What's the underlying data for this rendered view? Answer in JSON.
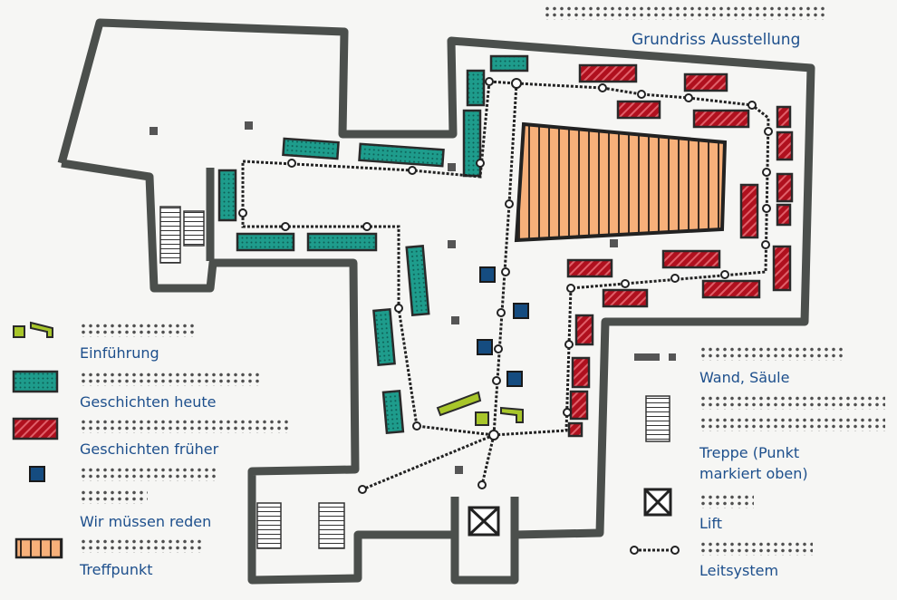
{
  "title": "Grundriss Ausstellung",
  "legend": {
    "left": [
      {
        "label": "Einführung",
        "color": "#a8c62a"
      },
      {
        "label": "Geschichten heute",
        "color": "#1e9c8c"
      },
      {
        "label": "Geschichten früher",
        "color": "#b0101e"
      },
      {
        "label": "Wir müssen reden",
        "color": "#154c80"
      },
      {
        "label": "Treffpunkt",
        "color": "#f2a46a"
      }
    ],
    "right": [
      {
        "label": "Wand, Säule"
      },
      {
        "label": "Treppe (Punkt markiert oben)"
      },
      {
        "label": "Lift"
      },
      {
        "label": "Leitsystem"
      }
    ]
  },
  "colors": {
    "wall": "#4b4f4c",
    "text": "#1d4f8c",
    "path": "#222222"
  }
}
